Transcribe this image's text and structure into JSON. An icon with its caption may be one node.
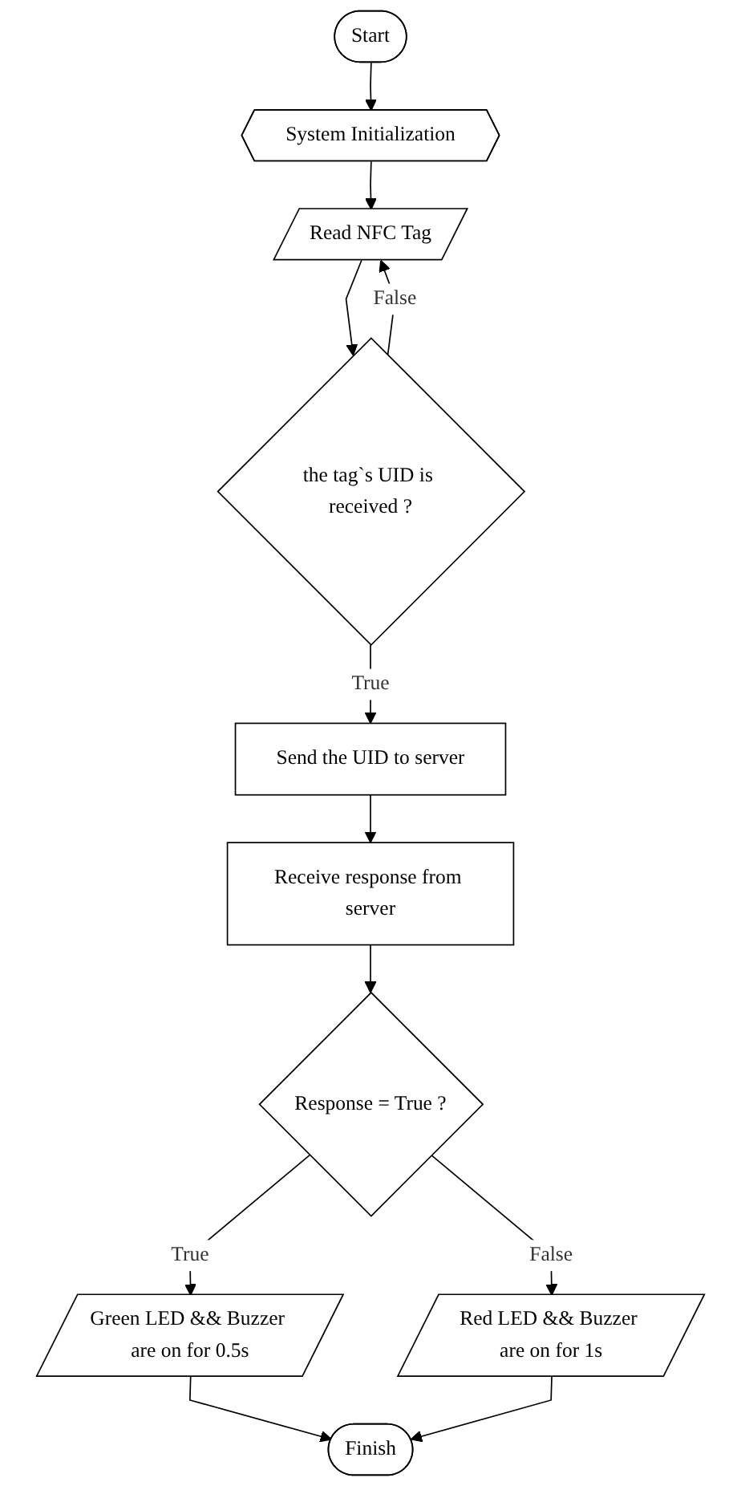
{
  "diagram": {
    "nodes": [
      {
        "text": [
          "Start"
        ]
      },
      {
        "text": [
          "System Initialization"
        ]
      },
      {
        "text": [
          "Read NFC Tag"
        ]
      },
      {
        "text": [
          "the tag`s UID is received ?"
        ]
      },
      {
        "text": [
          "Send the UID to server"
        ]
      },
      {
        "text": [
          "Receive response from server"
        ]
      },
      {
        "text": [
          "Response = True ?"
        ]
      },
      {
        "text": [
          "Red LED && Buzzer are on for 1s"
        ]
      },
      {
        "text": [
          "Green LED && Buzzer are on for 0.5s"
        ]
      },
      {
        "text": [
          "Finish"
        ]
      }
    ],
    "edges": [
      {
        "from": 0,
        "to": 1,
        "arrow": "to"
      },
      {
        "from": 1,
        "to": 2,
        "arrow": "to"
      },
      {
        "from": 2,
        "to": 3,
        "arrow": "to"
      },
      {
        "from": 3,
        "to": 2,
        "label": "False",
        "arrow": "to"
      },
      {
        "from": 3,
        "to": 4,
        "label": "True",
        "arrow": "to"
      },
      {
        "from": 4,
        "to": 5,
        "arrow": "to"
      },
      {
        "from": 5,
        "to": 6,
        "arrow": "to"
      },
      {
        "from": 6,
        "to": 7,
        "label": "False",
        "arrow": "to"
      },
      {
        "from": 6,
        "to": 8,
        "label": "True",
        "arrow": "to"
      },
      {
        "from": 8,
        "to": 9,
        "arrow": "to"
      },
      {
        "from": 7,
        "to": 9,
        "arrow": "to"
      }
    ]
  }
}
